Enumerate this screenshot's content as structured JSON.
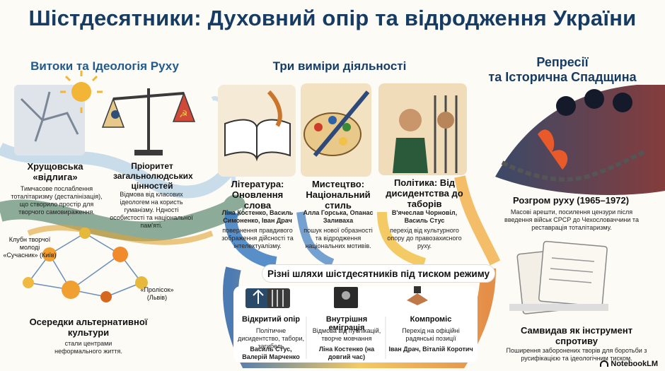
{
  "title": "Шістдесятники: Духовний опір та відродження України",
  "sections": {
    "left": "Витоки та Ідеологія Руху",
    "middle": "Три виміри діяльності",
    "right": "Репресії\nта Історична Спадщина"
  },
  "thaw": {
    "title": "Хрущовська «відлига»",
    "text": "Тимчасове послаблення тоталітаризму (десталінізація), що створило простір для творчого самовираження."
  },
  "values": {
    "title": "Пріоритет загальнолюдських цінностей",
    "text": "Відмова від класових ідеологем на користь гуманізму. Ндності особистості та національної пам'яті."
  },
  "clubs": {
    "label1": "Клубн творчої молоді «Сучасник» (Київ)",
    "label2": "«Пролісок» (Львів)",
    "title": "Осередки альтернативної культури",
    "text": "стали центрами неформального життя."
  },
  "literature": {
    "title": "Література: Оновлення слова",
    "names": "Ліна Костенко, Василь Симоненко, Іван Драч",
    "text": "повернення правдивого зображення дійсності та інтелектуалізму."
  },
  "art": {
    "title": "Мистецтво: Національний стиль",
    "names": "Алла Горська, Опанас Заливаха",
    "text": "пошук нової образності та відродження національних мотивів."
  },
  "politics": {
    "title": "Політика: Від дисидентства до таборів",
    "names": "В'ячеслав Чорновіл, Василь Стус",
    "text": "перехід від культурного опору до правозахисного руху."
  },
  "banner": "Різні шляхи шістдесятників під тиском режиму",
  "paths": [
    {
      "label": "Відкритий опір",
      "text": "Політичне дисидентство, табори, загибель",
      "names": "Василь Стус, Валерій Марченко"
    },
    {
      "label": "Внутрішня еміграція",
      "text": "Відмова від публікацій, творче мовчання",
      "names": "Ліна Костенко (на довгий час)"
    },
    {
      "label": "Компроміс",
      "text": "Перехід на офіційні радянські позиції",
      "names": "Іван Драч, Віталій Коротич"
    }
  ],
  "rout": {
    "title": "Розгром руху (1965–1972)",
    "text": "Масові арешти, посилення цензури після введення військ СРСР до Чехословаччини та реставрація тоталітаризму."
  },
  "samvydav": {
    "title": "Самвидав як інструмент спротиву",
    "text": "Поширення заборонених творів для боротьби з русифікацією та ідеологічним тиском."
  },
  "brand": "NotebookLM"
}
